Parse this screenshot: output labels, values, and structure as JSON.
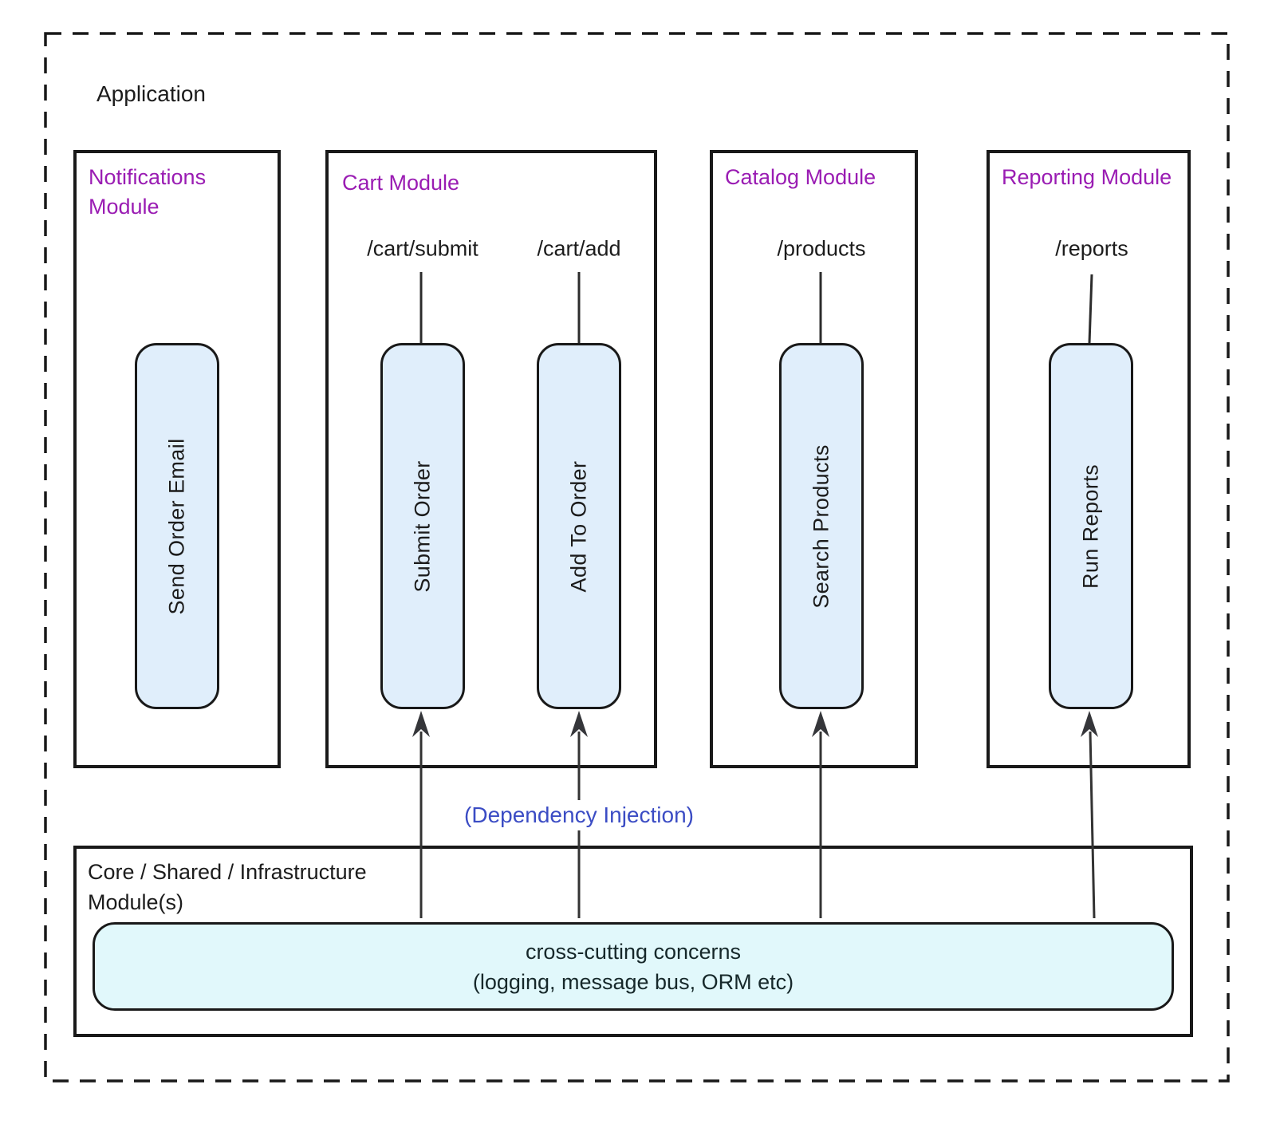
{
  "application": {
    "label": "Application"
  },
  "modules": [
    {
      "title": "Notifications Module",
      "routes": [],
      "handlers": [
        "Send Order Email"
      ]
    },
    {
      "title": "Cart Module",
      "routes": [
        "/cart/submit",
        "/cart/add"
      ],
      "handlers": [
        "Submit Order",
        "Add To Order"
      ]
    },
    {
      "title": "Catalog Module",
      "routes": [
        "/products"
      ],
      "handlers": [
        "Search Products"
      ]
    },
    {
      "title": "Reporting Module",
      "routes": [
        "/reports"
      ],
      "handlers": [
        "Run Reports"
      ]
    }
  ],
  "dependency_injection": {
    "label": "(Dependency Injection)"
  },
  "core": {
    "title_line1": "Core / Shared / Infrastructure",
    "title_line2": "Module(s)",
    "cross_cutting": {
      "line1": "cross-cutting concerns",
      "line2": "(logging, message bus, ORM etc)"
    }
  },
  "colors": {
    "ink": "#191919",
    "module_title": "#9a1cb3",
    "dependency_label": "#3b4cc4",
    "handler_fill": "#e0eefb",
    "cross_cutting_fill": "#e1f8fb"
  }
}
